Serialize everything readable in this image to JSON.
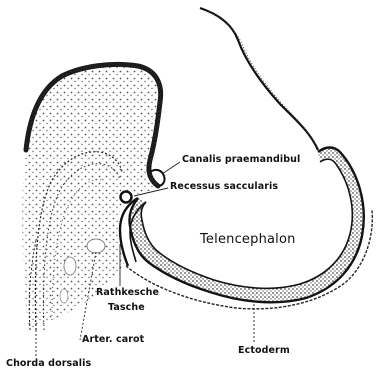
{
  "labels": {
    "canalis": "Canalis praemandibul",
    "recessus": "Recessus saccularis",
    "telencephalon": "Telencephalon",
    "rathke_line1": "Rathkesche",
    "rathke_line2": "Tasche",
    "arter": "Arter. carot",
    "ectoderm": "Ectoderm",
    "chorda": "Chorda dorsalis"
  },
  "colors": {
    "ink": "#111111",
    "tissue_fill": "#f2f2f2",
    "dots": "#555555"
  }
}
